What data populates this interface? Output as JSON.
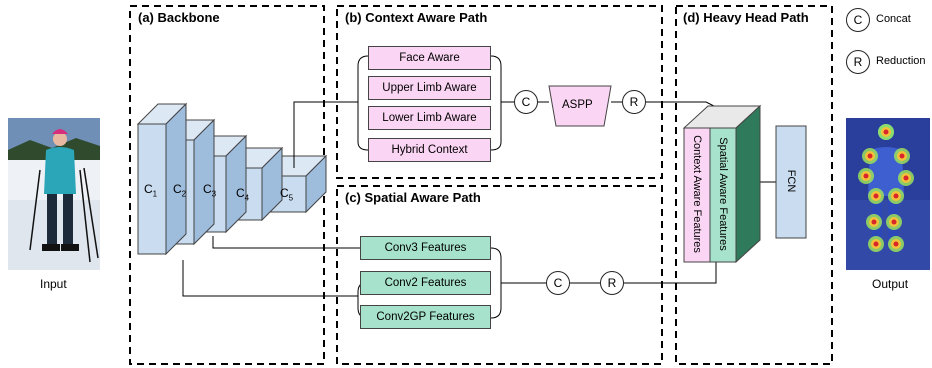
{
  "panels": {
    "backbone": "(a) Backbone",
    "context": "(b) Context Aware Path",
    "spatial": "(c) Spatial Aware Path",
    "head": "(d) Heavy Head Path"
  },
  "legend": {
    "concat_symbol": "C",
    "concat_label": "Concat",
    "reduction_symbol": "R",
    "reduction_label": "Reduction"
  },
  "io": {
    "input": "Input",
    "output": "Output"
  },
  "backbone_blocks": [
    "C1",
    "C2",
    "C3",
    "C4",
    "C5"
  ],
  "context_features": [
    "Face Aware",
    "Upper Limb Aware",
    "Lower Limb Aware",
    "Hybrid Context"
  ],
  "spatial_features": [
    "Conv3 Features",
    "Conv2 Features",
    "Conv2GP Features"
  ],
  "ops": {
    "concat": "C",
    "reduction": "R",
    "aspp": "ASPP"
  },
  "head": {
    "context_features": "Context Aware Features",
    "spatial_features": "Spatial Aware Features",
    "fcn": "FCN"
  },
  "colors": {
    "block_blue": "#c9dcf0",
    "block_blue_side": "#9ebcdc",
    "pink": "#fbd6f4",
    "green": "#a6e2cc",
    "dark_green": "#2e7a5a",
    "fcn_blue": "#c9dcf0"
  },
  "icons": [
    "input-photo-skier",
    "output-photo-keypoint-heatmap"
  ]
}
